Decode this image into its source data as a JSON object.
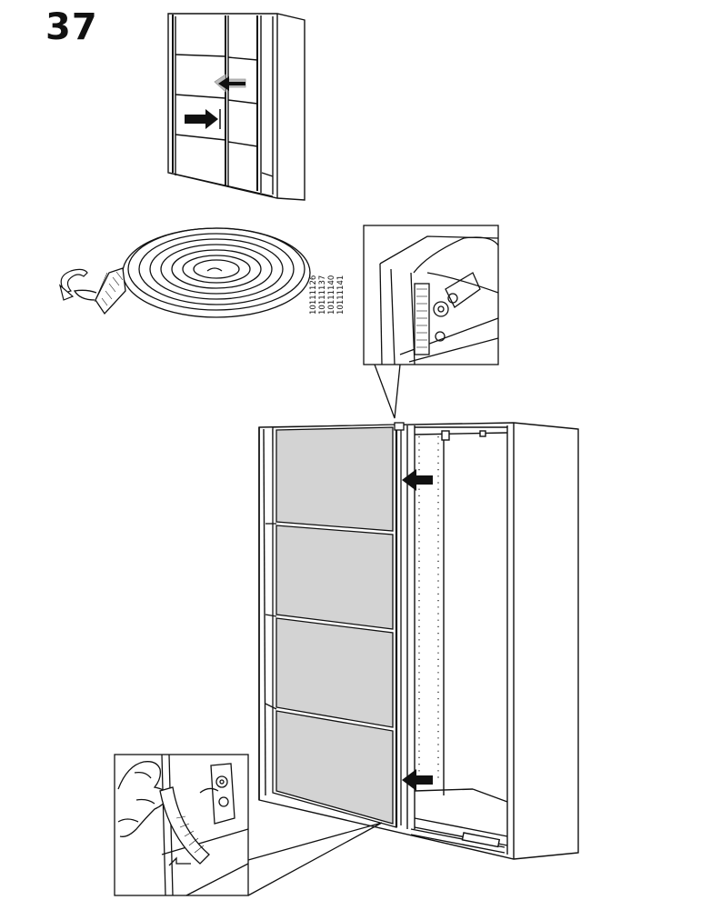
{
  "step": {
    "number": "37"
  },
  "part": {
    "codes": [
      "10111126",
      "10111137",
      "10111140",
      "10111141"
    ]
  },
  "colors": {
    "line": "#111111",
    "panel_fill": "#d3d3d3",
    "arrow_dark": "#111111",
    "arrow_light": "#bdbdbd"
  },
  "icons": [
    "rotate-arrow-icon",
    "push-arrow-icon",
    "slide-arrow-icon"
  ]
}
